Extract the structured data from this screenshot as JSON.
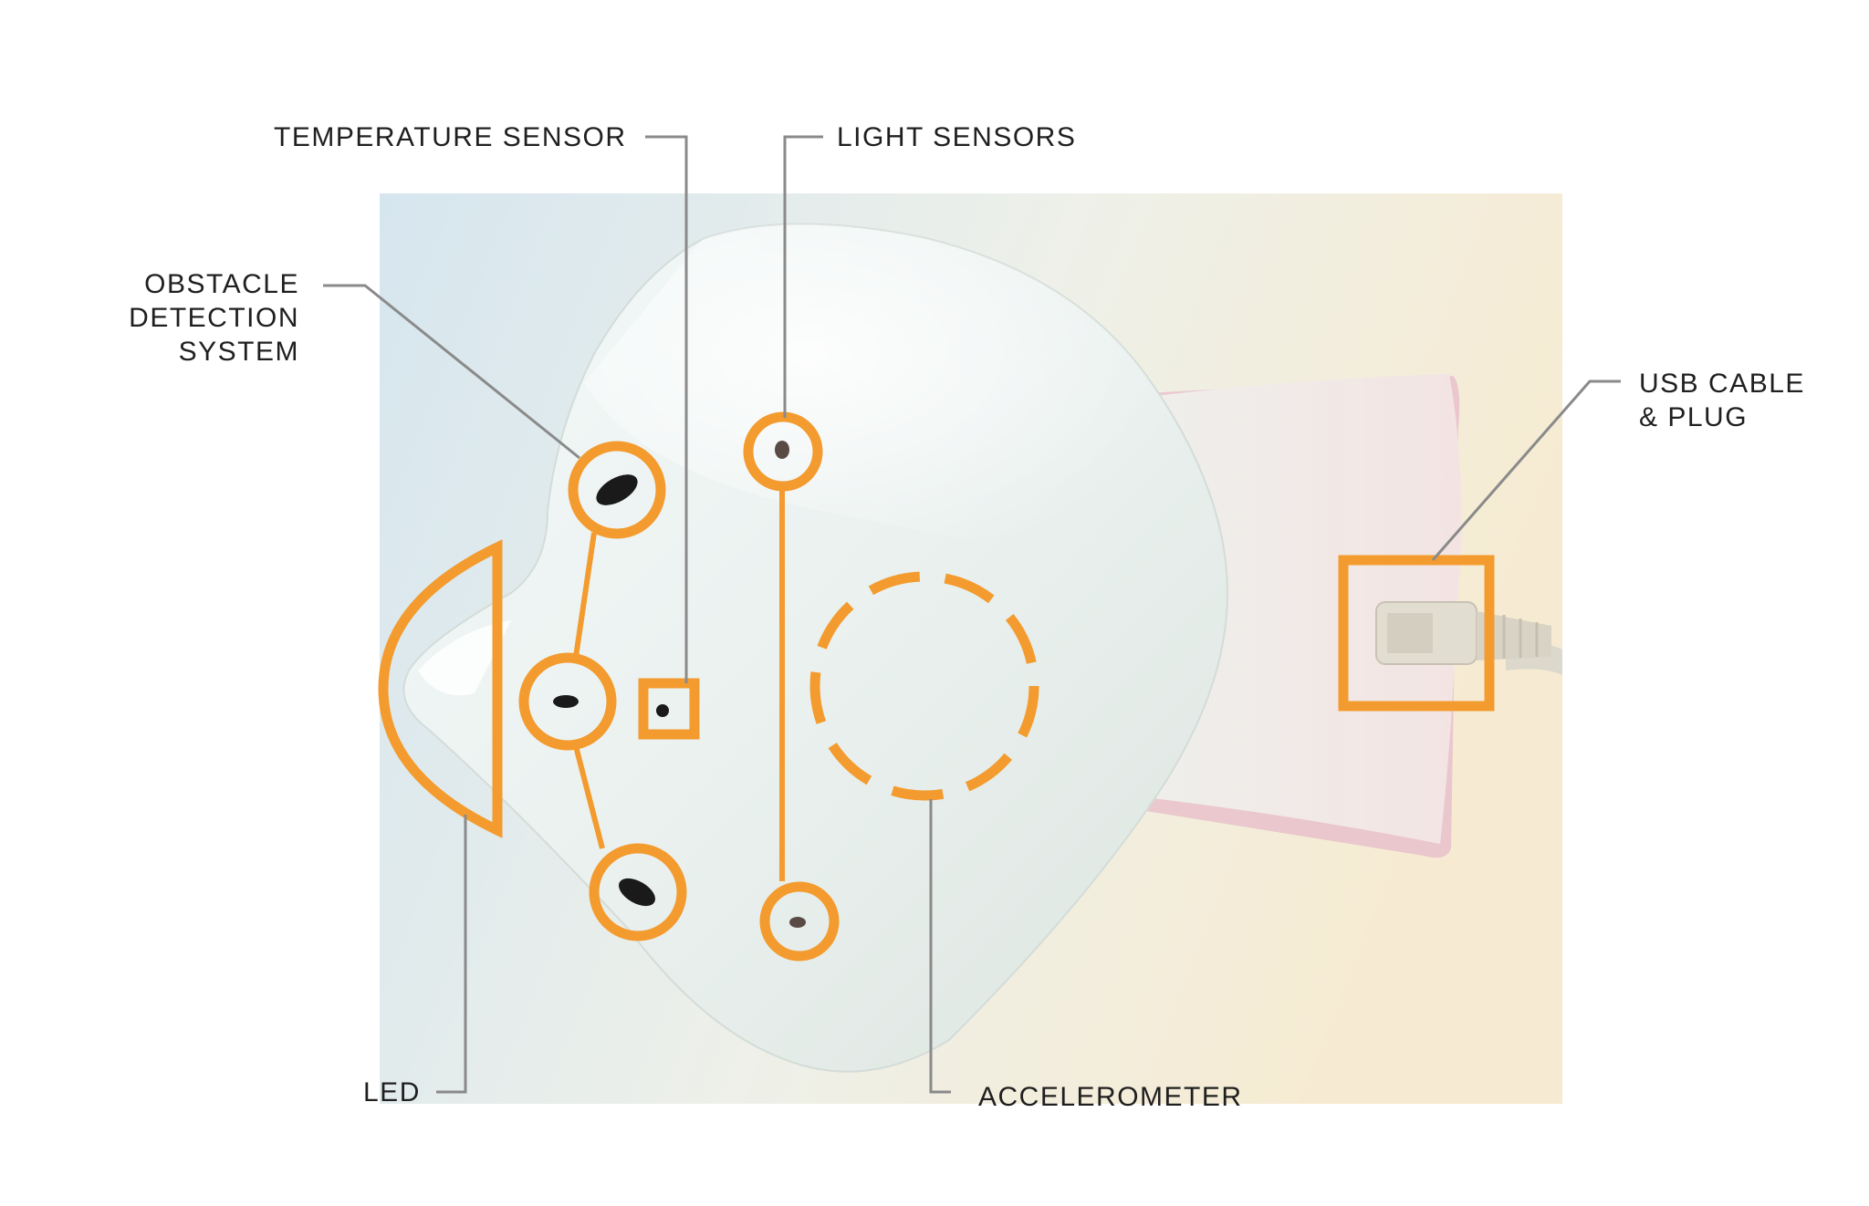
{
  "labels": {
    "temperature_sensor": "TEMPERATURE SENSOR",
    "light_sensors": "LIGHT SENSORS",
    "obstacle_detection": [
      "OBSTACLE",
      "DETECTION",
      "SYSTEM"
    ],
    "usb": [
      "USB CABLE",
      "& PLUG"
    ],
    "led": "LED",
    "accelerometer": "ACCELEROMETER"
  },
  "colors": {
    "highlight": "#f39b2e",
    "leader_line": "#8a8a8a",
    "label_text": "#1f1f1f",
    "device_body": "#eef3f2",
    "device_shadow": "#d8e0dd",
    "device_edge": "#e8b9c4",
    "photo_background_left": "#dce9f1",
    "photo_background_right": "#f5ead5",
    "sensor_hole": "#1a1a1a",
    "usb_cable": "#ddd8cc"
  }
}
